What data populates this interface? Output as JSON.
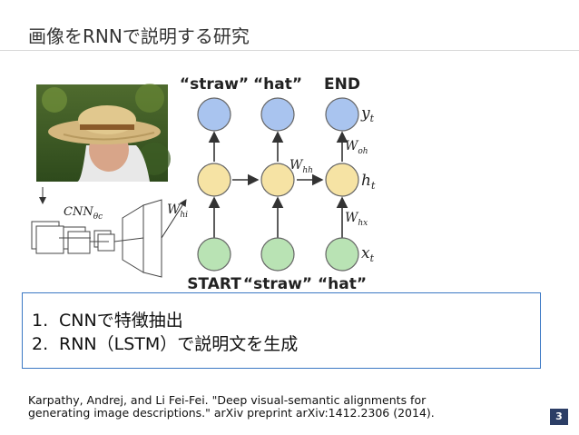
{
  "slide": {
    "title": "画像をRNNで説明する研究",
    "page_number": "3"
  },
  "diagram": {
    "outputs": [
      "“straw”",
      "“hat”",
      "END"
    ],
    "inputs": [
      "START",
      "“straw”",
      "“hat”"
    ],
    "labels": {
      "y_t": "y",
      "y_sub": "t",
      "h_t": "h",
      "h_sub": "t",
      "x_t": "x",
      "x_sub": "t",
      "w_oh": "W",
      "w_oh_sub": "oh",
      "w_hh": "W",
      "w_hh_sub": "hh",
      "w_hx": "W",
      "w_hx_sub": "hx",
      "w_hi": "W",
      "w_hi_sub": "hi",
      "cnn": "CNN",
      "cnn_sub": "θc"
    },
    "colors": {
      "output_node": "#a9c4ef",
      "hidden_node": "#f6e3a4",
      "input_node": "#b9e3b4",
      "node_stroke": "#666666",
      "arrow": "#333333"
    }
  },
  "notes": {
    "items": [
      {
        "number": "1.",
        "text": "CNNで特徴抽出"
      },
      {
        "number": "2.",
        "text": "RNN（LSTM）で説明文を生成"
      }
    ]
  },
  "citation": {
    "line1": "Karpathy, Andrej, and Li Fei-Fei. \"Deep visual-semantic alignments for",
    "line2": "generating image descriptions.\" arXiv preprint arXiv:1412.2306 (2014)."
  }
}
